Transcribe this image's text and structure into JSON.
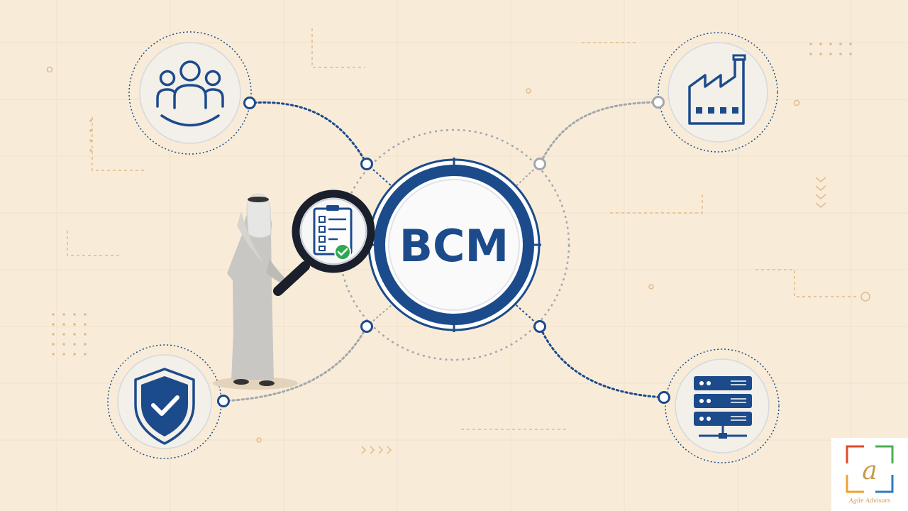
{
  "center": {
    "label": "BCM"
  },
  "nodes": [
    {
      "id": "people",
      "icon": "people-group-icon"
    },
    {
      "id": "industry",
      "icon": "factory-icon"
    },
    {
      "id": "security",
      "icon": "shield-check-icon"
    },
    {
      "id": "it-infrastructure",
      "icon": "server-rack-icon"
    }
  ],
  "figure": {
    "icon": "magnifier-checklist-icon"
  },
  "logo": {
    "letter": "a",
    "caption": "Agile Advisors"
  },
  "colors": {
    "background": "#f8ecd9",
    "primary": "#1c4b8c",
    "accent_gray": "#a3a7ad",
    "check_green": "#2fa84f",
    "decor_orange": "#e3b98a"
  }
}
